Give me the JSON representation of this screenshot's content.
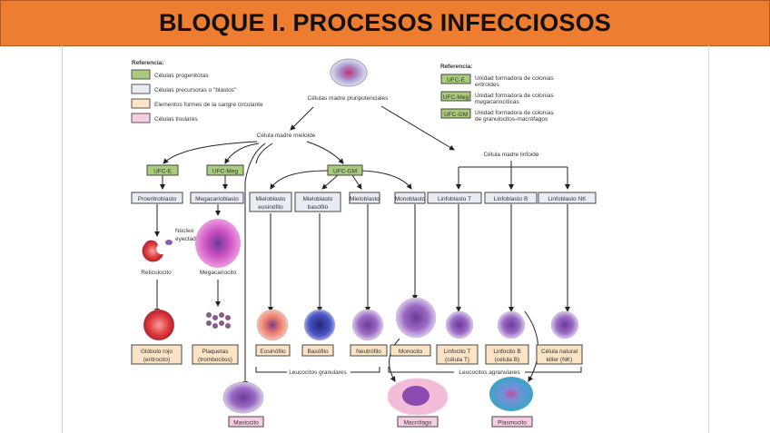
{
  "title": "BLOQUE I. PROCESOS INFECCIOSOS",
  "legend_left": {
    "heading": "Referencia:",
    "items": [
      {
        "label": "Células progenitoras",
        "color": "#a9cc7a"
      },
      {
        "label": "Células precursoras o \"blastos\"",
        "color": "#e8ecf4"
      },
      {
        "label": "Elementos formes de la sangre circulante",
        "color": "#fbe3c4"
      },
      {
        "label": "Células tisulares",
        "color": "#f7cde3"
      }
    ]
  },
  "legend_right": {
    "heading": "Referencia:",
    "items": [
      {
        "code": "UFC-E",
        "desc1": "Unidad formadora de colonias",
        "desc2": "eritroides"
      },
      {
        "code": "UFC-Meg",
        "desc1": "Unidad formadora de colonias",
        "desc2": "megacariocíticas"
      },
      {
        "code": "UFC-GM",
        "desc1": "Unidad formadora de colonias",
        "desc2": "de granulocitos-macrófagos"
      }
    ]
  },
  "stem_cell": "Células madre pluripotenciales",
  "myeloid_stem": "Célula madre mieloide",
  "lymphoid_stem": "Célula madre linfoide",
  "progenitors": [
    "UFC-E",
    "UFC-Meg",
    "UFC-GM"
  ],
  "blasts": [
    [
      "Proeritroblasto"
    ],
    [
      "Megacarioblasto"
    ],
    [
      "Mieloblasto",
      "eosinófilo"
    ],
    [
      "Mieloblasto",
      "basófilo"
    ],
    [
      "Mieloblasto"
    ],
    [
      "Monoblasto"
    ],
    [
      "Linfoblasto T"
    ],
    [
      "Linfoblasto B"
    ],
    [
      "Linfoblasto NK"
    ]
  ],
  "intermediates": {
    "nucleus_1": "Núcleo",
    "nucleus_2": "eyectado",
    "reticulocyte": "Reticulocito",
    "megakaryocyte": "Megacariocito"
  },
  "formed_elements": [
    [
      "Glóbulo rojo",
      "(eritrocito)"
    ],
    [
      "Plaquetas",
      "(trombocitos)"
    ],
    [
      "Eosinófilo"
    ],
    [
      "Basófilo"
    ],
    [
      "Neutrófilo"
    ],
    [
      "Monocito"
    ],
    [
      "Linfocito T",
      "(célula T)"
    ],
    [
      "Linfocito B",
      "(célula B)"
    ],
    [
      "Célula natural",
      "killer (NK)"
    ]
  ],
  "groups": {
    "granular": "Leucocitos granulares",
    "agranular": "Leucocitos agranulares"
  },
  "tissue_cells": [
    "Mastocito",
    "Macrófago",
    "Plasmocito"
  ],
  "colors": {
    "title_bg": "#ed7d31",
    "progenitor": "#a9cc7a",
    "blast": "#e8ecf4",
    "formed": "#fbe3c4",
    "tissue": "#f7cde3"
  }
}
